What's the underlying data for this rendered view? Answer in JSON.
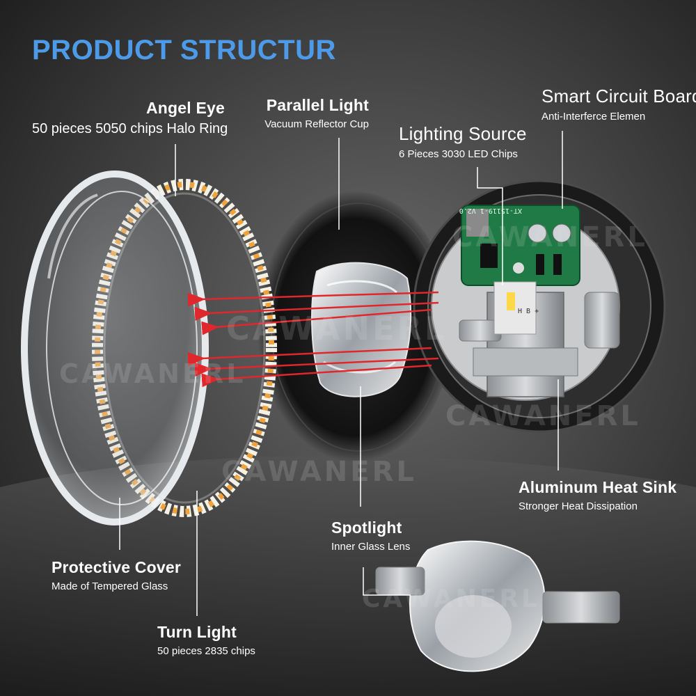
{
  "heading": "PRODUCT STRUCTUR",
  "watermark": "CAWANERL",
  "labels": {
    "angel_eye": {
      "title": "Angel Eye",
      "desc": "50 pieces 5050 chips Halo Ring"
    },
    "parallel_light": {
      "title": "Parallel Light",
      "desc": "Vacuum Reflector Cup"
    },
    "lighting_source": {
      "title": "Lighting Source",
      "desc": "6 Pieces 3030 LED Chips"
    },
    "smart_circuit": {
      "title": "Smart Circuit Board",
      "desc": "Anti-Interferce Elemen"
    },
    "heat_sink": {
      "title": "Aluminum Heat Sink",
      "desc": "Stronger Heat Dissipation"
    },
    "spotlight": {
      "title": "Spotlight",
      "desc": "Inner Glass Lens"
    },
    "protective_cover": {
      "title": "Protective Cover",
      "desc": "Made of Tempered Glass"
    },
    "turn_light": {
      "title": "Turn Light",
      "desc": "50 pieces 2835 chips"
    }
  },
  "board_print": {
    "top": "XT-15119-1 V2.0",
    "led": "H B +"
  },
  "colors": {
    "heading": "#4d9be8",
    "label_text": "#ffffff",
    "arrow": "#e0272b",
    "pcb": "#1f7a45",
    "halo_amber": "#f2a23a",
    "halo_white": "#f4f1e6"
  }
}
